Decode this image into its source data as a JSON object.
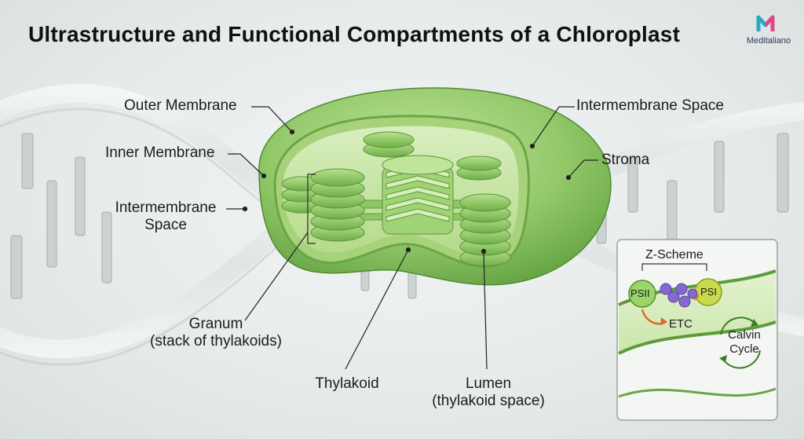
{
  "title": "Ultrastructure and Functional Compartments of a Chloroplast",
  "brand": {
    "name": "Meditaliano",
    "logo_letter": "M"
  },
  "labels": {
    "outer_membrane": "Outer Membrane",
    "inner_membrane": "Inner Membrane",
    "intermembrane_space_left_line1": "Intermembrane",
    "intermembrane_space_left_line2": "Space",
    "intermembrane_space_right": "Intermembrane Space",
    "stroma": "Stroma",
    "granum_line1": "Granum",
    "granum_line2": "(stack of thylakoids)",
    "thylakoid": "Thylakoid",
    "lumen_line1": "Lumen",
    "lumen_line2": "(thylakoid space)"
  },
  "inset": {
    "title": "Z-Scheme",
    "psii": "PSII",
    "psi": "PSI",
    "etc": "ETC",
    "calvin_line1": "Calvin",
    "calvin_line2": "Cycle"
  },
  "colors": {
    "chloroplast_outer": "#86c15e",
    "chloroplast_light": "#c9e6a6",
    "stroma_fill": "#b8dc8e",
    "thylakoid": "#8ec866",
    "photosystem": "#c5d84a",
    "etc_carrier": "#8a6bd1",
    "arrow": "#e06a2a"
  }
}
